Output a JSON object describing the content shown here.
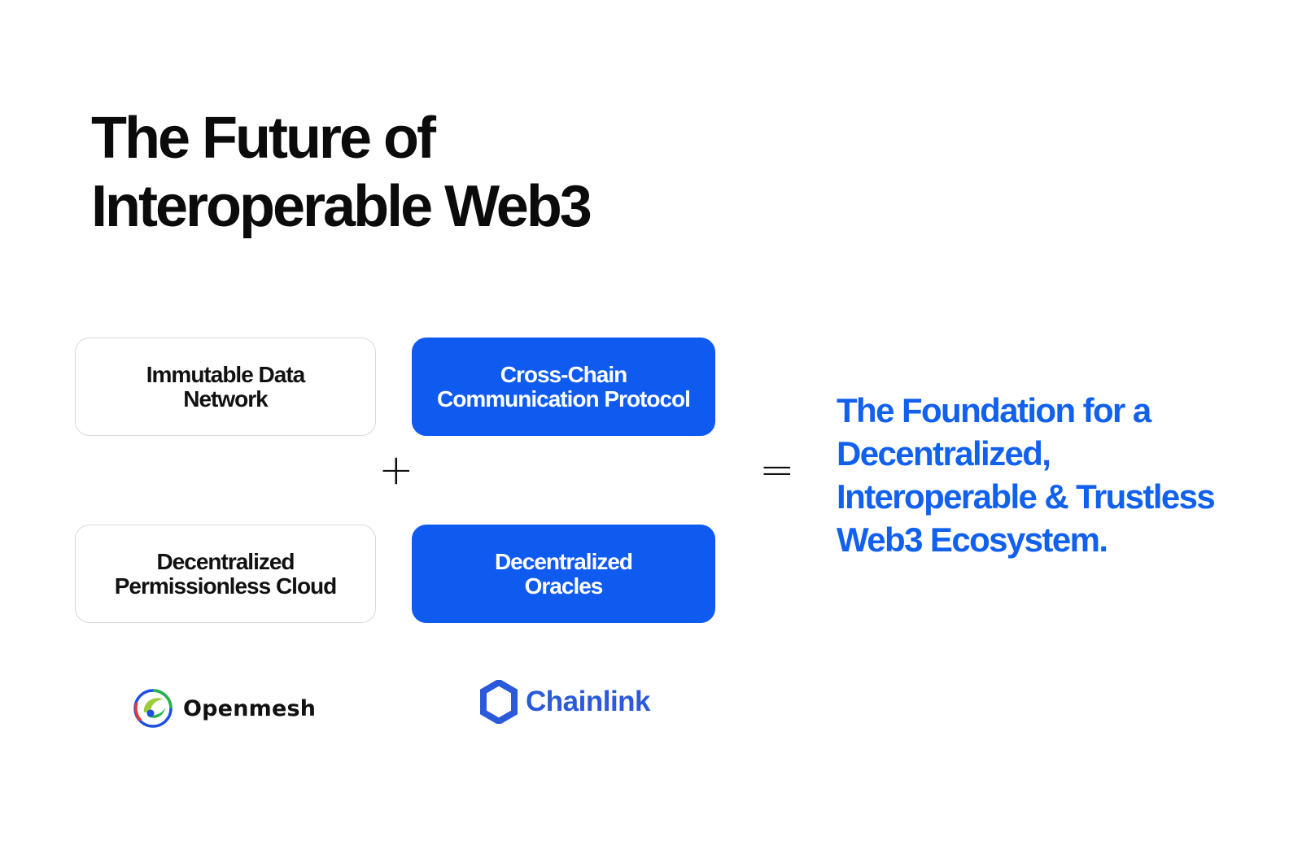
{
  "title": {
    "line1": "The Future of",
    "line2": "Interoperable Web3"
  },
  "boxes": {
    "immutable_data_network": {
      "line1": "Immutable Data",
      "line2": "Network"
    },
    "cross_chain": {
      "line1": "Cross-Chain",
      "line2": "Communication Protocol"
    },
    "permissionless_cloud": {
      "line1": "Decentralized",
      "line2": "Permissionless Cloud"
    },
    "oracles": {
      "line1": "Decentralized",
      "line2": "Oracles"
    }
  },
  "operators": {
    "plus": "+",
    "equals": "="
  },
  "result": {
    "line1": "The Foundation for a",
    "line2": "Decentralized,",
    "line3": "Interoperable & Trustless",
    "line4": "Web3 Ecosystem."
  },
  "logos": {
    "openmesh": {
      "label": "Openmesh",
      "icon": "openmesh-logo-icon"
    },
    "chainlink": {
      "label": "Chainlink",
      "icon": "chainlink-hexagon-icon"
    }
  },
  "colors": {
    "brand_blue": "#0f5bf0",
    "result_text": "#1160ee",
    "chainlink_blue": "#2a5ada",
    "outline_border": "#d9d9d9"
  }
}
